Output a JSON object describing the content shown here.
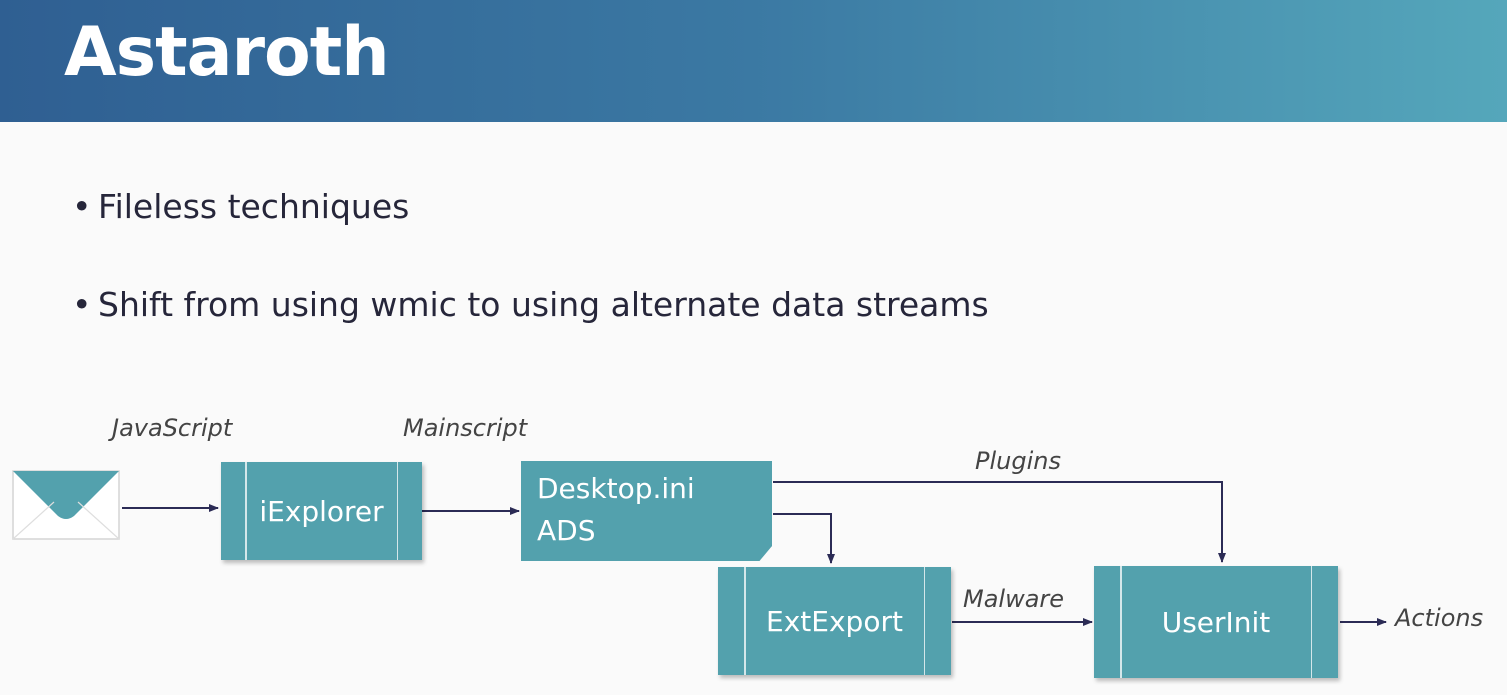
{
  "slide": {
    "title": "Astaroth",
    "bullets": [
      "Fileless techniques",
      "Shift from using wmic to using alternate data streams"
    ]
  },
  "diagram": {
    "nodes": {
      "email": {
        "icon": "envelope-icon"
      },
      "iexplorer": {
        "label": "iExplorer"
      },
      "desktop_ini": {
        "lines": [
          "Desktop.ini",
          "ADS"
        ]
      },
      "extexport": {
        "label": "ExtExport"
      },
      "userinit": {
        "label": "UserInit"
      }
    },
    "edge_labels": {
      "javascript": "JavaScript",
      "mainscript": "Mainscript",
      "plugins": "Plugins",
      "malware": "Malware",
      "actions": "Actions"
    },
    "colors": {
      "banner_start": "#2f5f92",
      "banner_end": "#55a7bb",
      "box_fill": "#53a1ad",
      "arrow": "#2b2b55"
    }
  }
}
